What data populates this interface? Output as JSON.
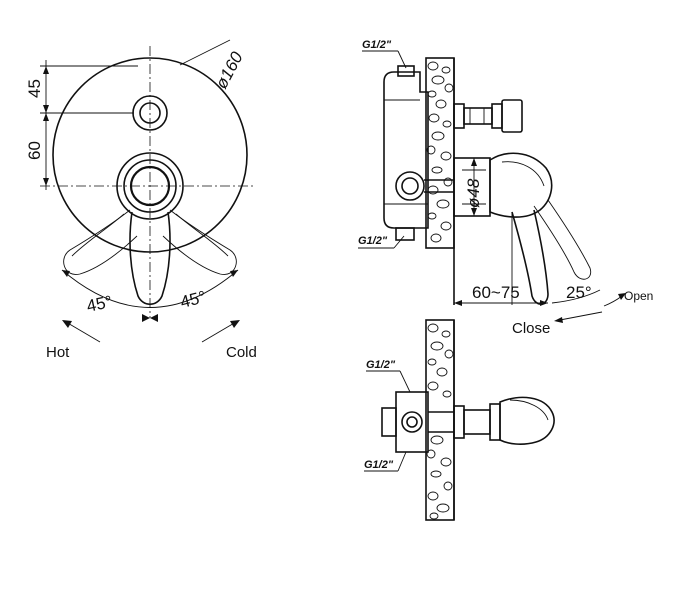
{
  "labels": {
    "hot": "Hot",
    "cold": "Cold",
    "open": "Open",
    "close": "Close"
  },
  "dimensions": {
    "diameter_plate": "ø160",
    "offset_top": "45",
    "offset_handle": "60",
    "angle_left": "45°",
    "angle_right": "45°",
    "diameter_body": "ø48",
    "depth_range": "60~75",
    "angle_lever": "25°"
  },
  "threads": {
    "side_top": "G1/2\"",
    "side_bottom": "G1/2\"",
    "plan_top": "G1/2\"",
    "plan_bottom": "G1/2\""
  }
}
